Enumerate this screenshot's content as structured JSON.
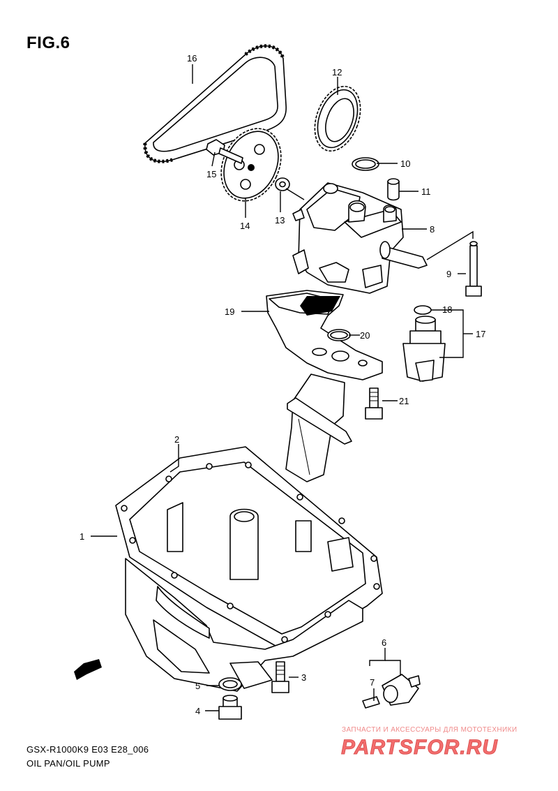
{
  "figure": {
    "title": "FIG.6",
    "code": "GSX-R1000K9 E03 E28_006",
    "name": "OIL PAN/OIL PUMP"
  },
  "direction_badge": "FWD",
  "callouts": {
    "c1": "1",
    "c2": "2",
    "c3": "3",
    "c4": "4",
    "c5": "5",
    "c6": "6",
    "c7": "7",
    "c8": "8",
    "c9": "9",
    "c10": "10",
    "c11": "11",
    "c12": "12",
    "c13": "13",
    "c14": "14",
    "c15": "15",
    "c16": "16",
    "c17": "17",
    "c18": "18",
    "c19": "19",
    "c20": "20",
    "c21": "21"
  },
  "watermark": {
    "caption": "ЗАПЧАСТИ И АКСЕССУАРЫ ДЛЯ МОТОТЕХНИКИ",
    "logo_text": "PARTSFOR.RU",
    "color": "#f06b6b"
  }
}
